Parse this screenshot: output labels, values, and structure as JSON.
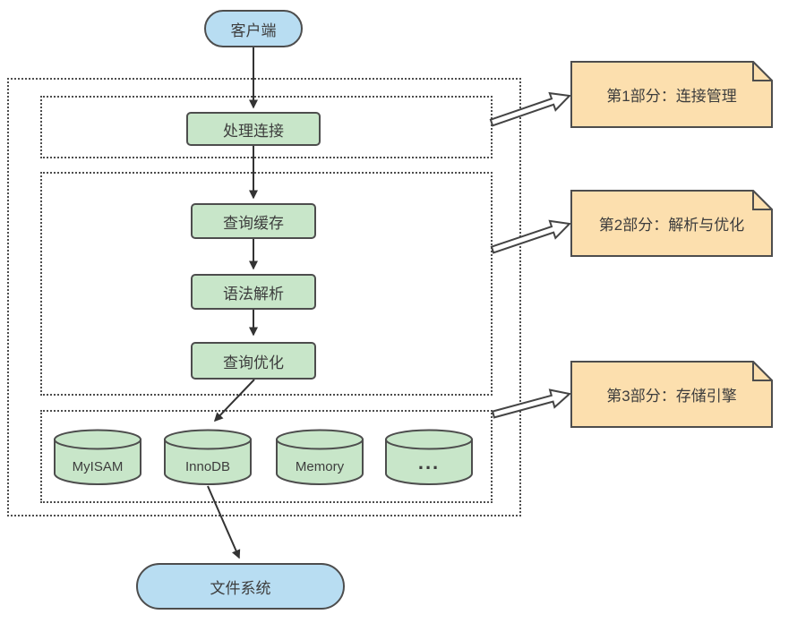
{
  "diagram": {
    "client_label": "客户端",
    "file_system_label": "文件系统",
    "flow_boxes": {
      "handle_connection": "处理连接",
      "query_cache": "查询缓存",
      "parser": "语法解析",
      "optimizer": "查询优化"
    },
    "engines": [
      "MyISAM",
      "InnoDB",
      "Memory",
      "..."
    ],
    "notes": [
      "第1部分：连接管理",
      "第2部分：解析与优化",
      "第3部分：存储引擎"
    ],
    "colors": {
      "client_fill": "#b8ddf2",
      "process_fill": "#c8e6c9",
      "note_fill": "#fcdfae",
      "stroke": "#4d4d4d"
    }
  }
}
